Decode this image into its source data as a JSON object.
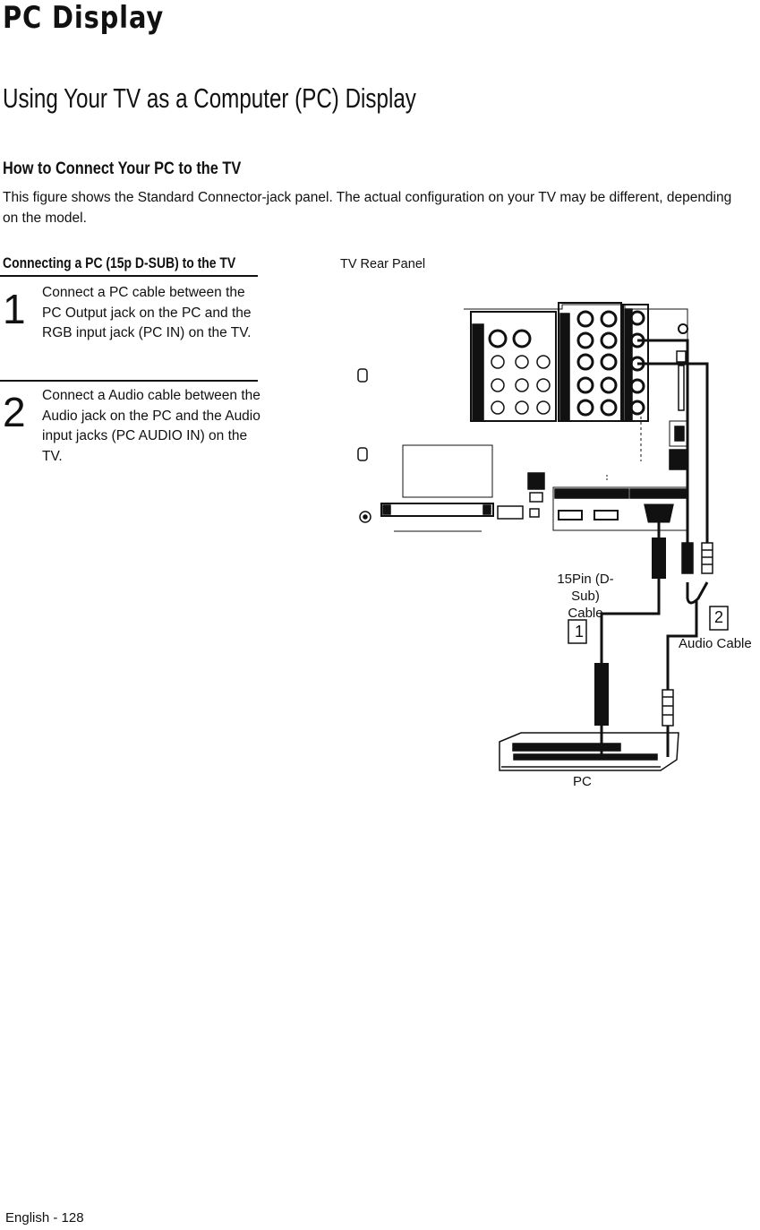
{
  "page": {
    "title": "PC Display",
    "subtitle": "Using Your TV as a Computer (PC) Display",
    "section_heading": "How to Connect Your PC to the TV",
    "intro": "This figure shows the Standard Connector-jack panel. The actual configuration on your TV may be different, depending on the model.",
    "subsection_heading": "Connecting a PC (15p D-SUB) to the TV",
    "steps": [
      {
        "number": "1",
        "text": "Connect a PC cable between the PC Output jack on the PC and the RGB input jack (PC IN) on the TV."
      },
      {
        "number": "2",
        "text": "Connect a Audio cable between the Audio jack on the PC and the Audio input jacks (PC AUDIO IN) on the TV."
      }
    ],
    "footer": "English - 128"
  },
  "diagram": {
    "panel_label": "TV Rear Panel",
    "cable_label_line1": "15Pin (D-Sub)",
    "cable_label_line2": "Cable",
    "audio_label": "Audio Cable",
    "callout_1": "1",
    "callout_2": "2",
    "pc_label": "PC"
  },
  "colors": {
    "ink": "#111111",
    "background": "#ffffff"
  }
}
